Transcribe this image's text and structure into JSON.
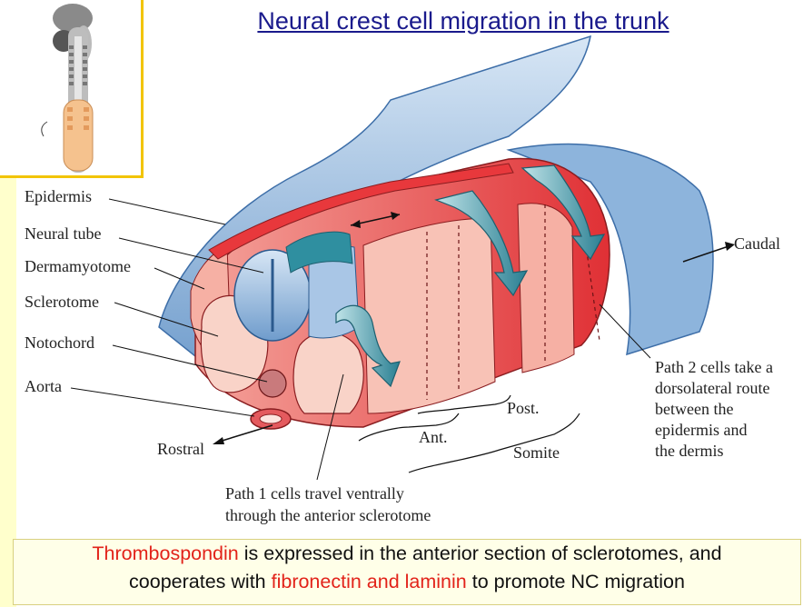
{
  "title": "Neural crest cell migration in the trunk",
  "labels": {
    "epidermis": "Epidermis",
    "neural_tube": "Neural tube",
    "dermamyotome": "Dermamyotome",
    "sclerotome": "Sclerotome",
    "notochord": "Notochord",
    "aorta": "Aorta",
    "rostral": "Rostral",
    "caudal": "Caudal",
    "post": "Post.",
    "ant": "Ant.",
    "somite": "Somite",
    "path1_line1": "Path 1 cells travel ventrally",
    "path1_line2": "through the anterior sclerotome",
    "path2_line1": "Path 2 cells take a",
    "path2_line2": "dorsolateral route",
    "path2_line3": "between the",
    "path2_line4": "epidermis and",
    "path2_line5": "the dermis"
  },
  "caption": {
    "l1_red": "Thrombospondin",
    "l1_rest": " is expressed in the anterior section of sclerotomes, and",
    "l2_pre": "cooperates with ",
    "l2_red": "fibronectin and laminin",
    "l2_post": " to promote NC migration"
  },
  "colors": {
    "epidermis_blue": "#a9c6e6",
    "somite_red": "#e8383c",
    "somite_pink": "#f6b0a4",
    "arrow_teal": "#2f8fa0",
    "highlight_red": "#e2231a",
    "title_blue": "#1a1a8c"
  }
}
